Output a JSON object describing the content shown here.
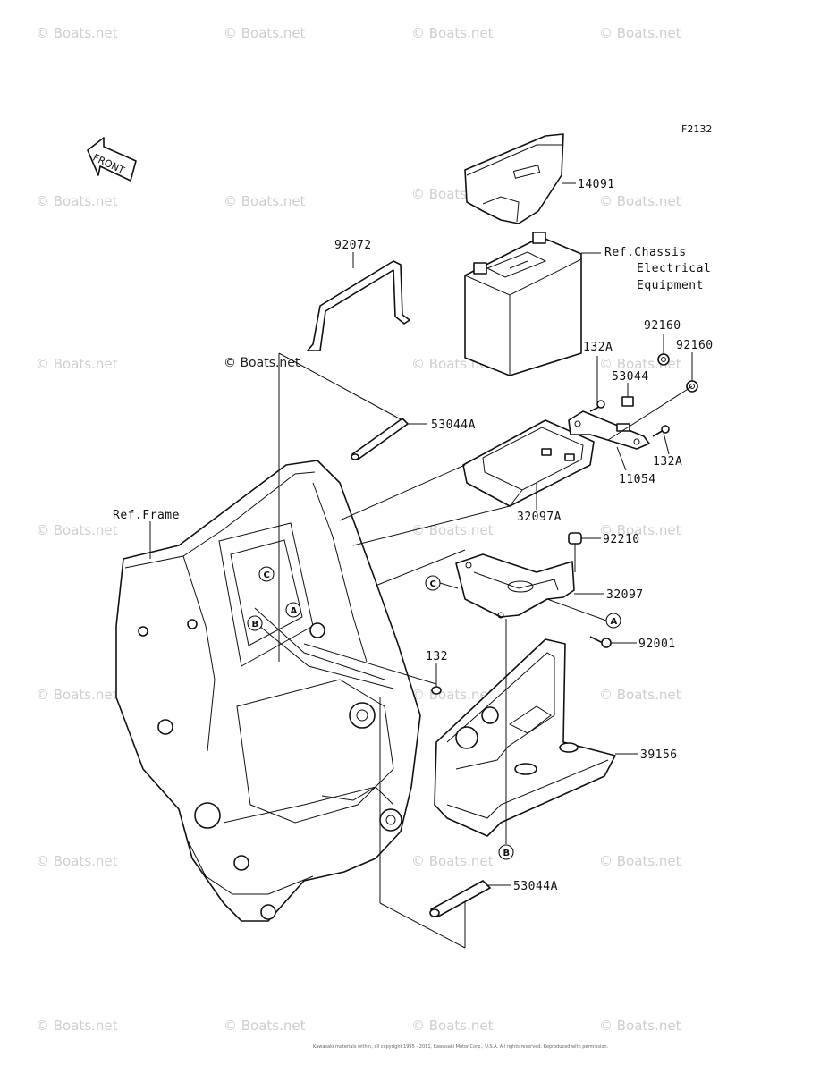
{
  "figure_code": "F2132",
  "front_label": "FRONT",
  "watermark": "© Boats.net",
  "copyright": "Kawasaki materials within, all copyright 1995 - 2011, Kawasaki Motor Corp., U.S.A. All rights reserved. Reproduced with permission.",
  "parts": {
    "p14091": "14091",
    "ref_chassis_1": "Ref.Chassis",
    "ref_chassis_2": "Electrical",
    "ref_chassis_3": "Equipment",
    "p92072": "92072",
    "p92160a": "92160",
    "p92160b": "92160",
    "p132a_top": "132A",
    "p53044": "53044",
    "p53044a_top": "53044A",
    "p132a_bottom": "132A",
    "p11054": "11054",
    "p32097a": "32097A",
    "ref_frame": "Ref.Frame",
    "p92210": "92210",
    "p32097": "32097",
    "p92001": "92001",
    "p132": "132",
    "p39156": "39156",
    "p53044a_bottom": "53044A"
  },
  "callouts": {
    "a": "A",
    "b": "B",
    "c": "C"
  }
}
